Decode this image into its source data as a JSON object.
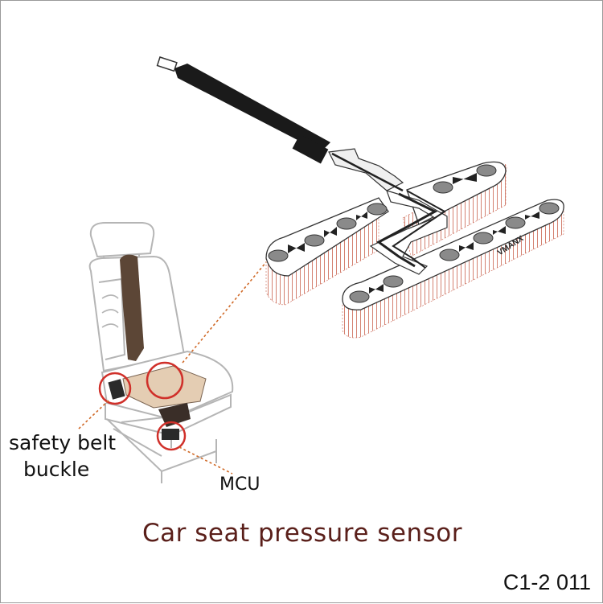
{
  "labels": {
    "safety_belt_line1": "safety belt",
    "safety_belt_line2": "buckle",
    "mcu": "MCU",
    "brand": "VMANX"
  },
  "title": "Car seat pressure sensor",
  "product_code": "C1-2 011",
  "colors": {
    "title": "#5a1f1a",
    "highlight_circle": "#d0302a",
    "leader_line": "#d06a28",
    "sensor_hatch": "#c9634f",
    "strip": "#1a1a1a",
    "pad": "#8a8a8a",
    "seat_outline": "#b5b5b5",
    "seat_back": "#5c4636",
    "seat_cushion": "#e4cdb3"
  }
}
